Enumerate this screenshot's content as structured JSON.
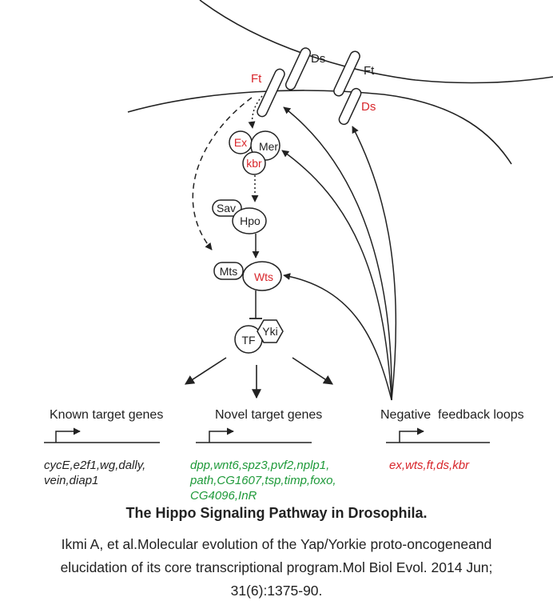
{
  "colors": {
    "line": "#222222",
    "red_text": "#d8262b",
    "green_text": "#1f9a3a"
  },
  "membrane_labels": {
    "ft_upper_left": "Ft",
    "ds_upper": "Ds",
    "ft_upper_right": "Ft",
    "ds_lower_right": "Ds"
  },
  "nodes": {
    "ex": "Ex",
    "mer": "Mer",
    "kbr": "kbr",
    "sav": "Sav",
    "hpo": "Hpo",
    "mts": "Mts",
    "wts": "Wts",
    "tf": "TF",
    "yki": "Yki"
  },
  "sections": {
    "known": {
      "label": "Known target genes",
      "genes": [
        "cycE,e2f1,wg,dally,",
        "vein,diap1"
      ]
    },
    "novel": {
      "label": "Novel target genes",
      "genes": [
        "dpp,wnt6,spz3,pvf2,nplp1,",
        "path,CG1607,tsp,timp,foxo,",
        "CG4096,InR"
      ]
    },
    "negative": {
      "label": "Negative  feedback loops",
      "genes": [
        "ex,wts,ft,ds,kbr"
      ]
    }
  },
  "title": "The Hippo Signaling Pathway in Drosophila.",
  "citation": {
    "line1": "Ikmi A, et al.Molecular evolution of the Yap/Yorkie proto-oncogeneand",
    "line2": "elucidation of its core transcriptional program.Mol Biol Evol. 2014 Jun;",
    "line3": "31(6):1375-90."
  }
}
